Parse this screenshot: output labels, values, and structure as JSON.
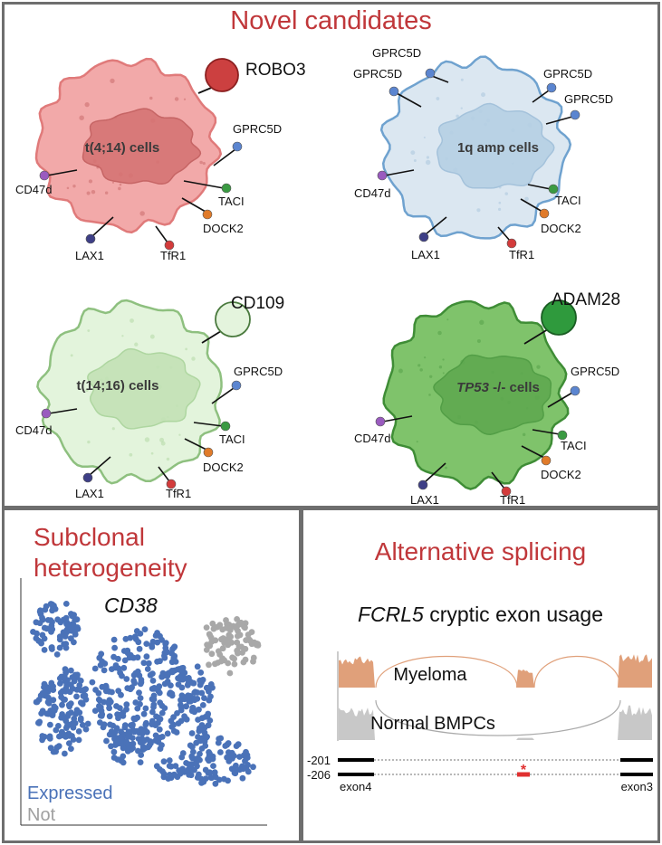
{
  "top": {
    "title": "Novel candidates",
    "cells": [
      {
        "id": "t414",
        "label": "t(4;14) cells",
        "italic_label": false,
        "fill": "#f2a9a9",
        "stroke": "#e07a7a",
        "nucleus_fill": "#d67474",
        "nucleus_stroke": "#c25e5e",
        "candidate": {
          "label": "ROBO3",
          "color": "#cc4040",
          "stroke": "#8c2020"
        },
        "markers": [
          "GPRC5D",
          "CD47d",
          "TACI",
          "DOCK2",
          "LAX1",
          "TfR1"
        ]
      },
      {
        "id": "1qamp",
        "label": "1q amp cells",
        "italic_label": false,
        "fill": "#dbe7f1",
        "stroke": "#6fa2cf",
        "nucleus_fill": "#b6d0e4",
        "nucleus_stroke": "#9fbfd9",
        "candidate": null,
        "markers": [
          "GPRC5D",
          "GPRC5D",
          "GPRC5D",
          "GPRC5D",
          "CD47d",
          "TACI",
          "DOCK2",
          "LAX1",
          "TfR1"
        ]
      },
      {
        "id": "t1416",
        "label": "t(14;16) cells",
        "italic_label": false,
        "fill": "#e3f4dc",
        "stroke": "#8ec07f",
        "nucleus_fill": "#c3e2b6",
        "nucleus_stroke": "#a9d39a",
        "candidate": {
          "label": "CD109",
          "color": "#e4f4dd",
          "stroke": "#4a7a3e"
        },
        "markers": [
          "GPRC5D",
          "CD47d",
          "TACI",
          "DOCK2",
          "LAX1",
          "TfR1"
        ]
      },
      {
        "id": "tp53",
        "label_italic_part": "TP53",
        "label": " -/- cells",
        "italic_label": true,
        "fill": "#7fc36b",
        "stroke": "#3f8d36",
        "nucleus_fill": "#5fa950",
        "nucleus_stroke": "#4e9a42",
        "candidate": {
          "label": "ADAM28",
          "color": "#2f9a3d",
          "stroke": "#1a5e23"
        },
        "markers": [
          "GPRC5D",
          "CD47d",
          "TACI",
          "DOCK2",
          "LAX1",
          "TfR1"
        ]
      }
    ],
    "marker_colors": {
      "GPRC5D": "#5b85d0",
      "CD47d": "#9a5bbf",
      "TACI": "#3a9a42",
      "DOCK2": "#e07b2a",
      "LAX1": "#3e3f86",
      "TfR1": "#d33b3b"
    }
  },
  "subclonal": {
    "title_line1": "Subclonal",
    "title_line2": "heterogeneity",
    "gene": "CD38",
    "legend_expressed": "Expressed",
    "legend_not": "Not",
    "expressed_color": "#4a72b8",
    "not_color": "#a8a8a8"
  },
  "splicing": {
    "title": "Alternative splicing",
    "subtitle_italic": "FCRL5",
    "subtitle_rest": " cryptic exon usage",
    "track1_label": "Myeloma",
    "track2_label": "Normal BMPCs",
    "transcript1": "-201",
    "transcript2": "-206",
    "exon_left": "exon4",
    "exon_right": "exon3",
    "asterisk": "*",
    "myeloma_color": "#e0a07a",
    "normal_color": "#c8c8c8",
    "cryptic_color": "#e03030"
  }
}
